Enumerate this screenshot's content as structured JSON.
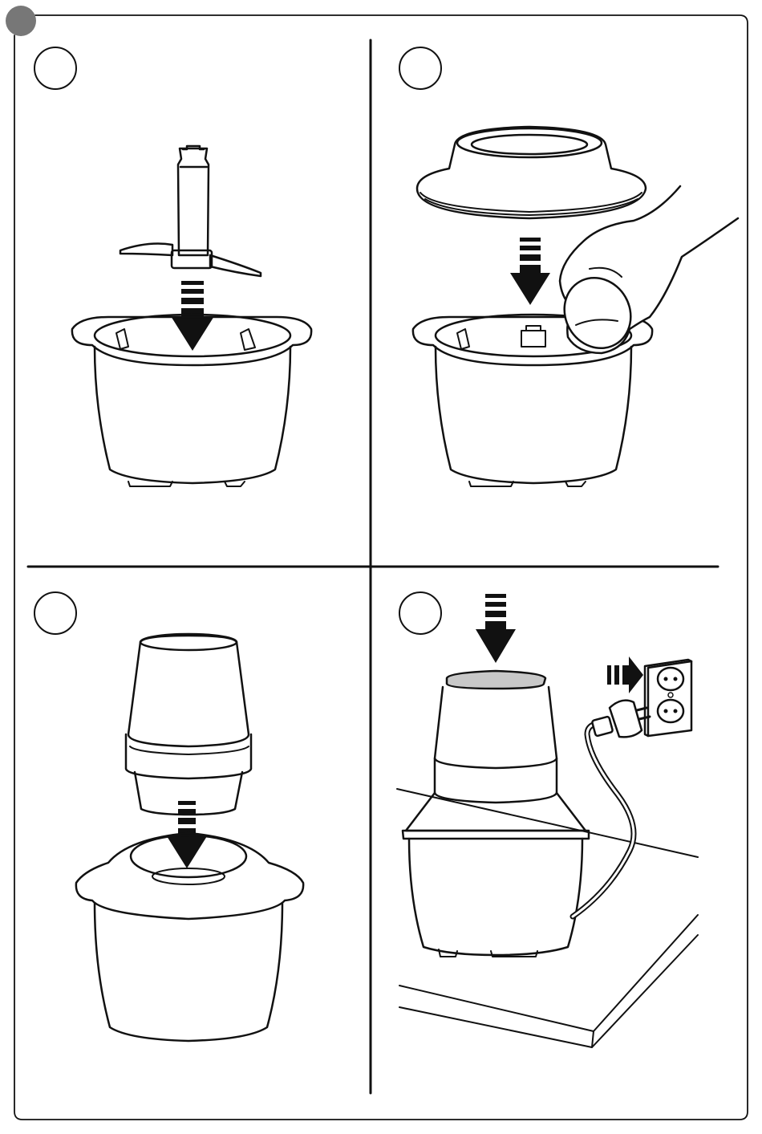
{
  "page": {
    "corner_badge_color": "#777777",
    "line_color": "#111111",
    "background": "#ffffff"
  },
  "steps": [
    {
      "number": "",
      "subject": "blade-into-bowl"
    },
    {
      "number": "",
      "subject": "lid-onto-bowl-with-hand"
    },
    {
      "number": "",
      "subject": "motor-unit-onto-lid"
    },
    {
      "number": "",
      "subject": "press-top-and-plug-in"
    }
  ],
  "colors": {
    "lid_top_gray": "#c8c8c8",
    "stroke": "#111111"
  }
}
